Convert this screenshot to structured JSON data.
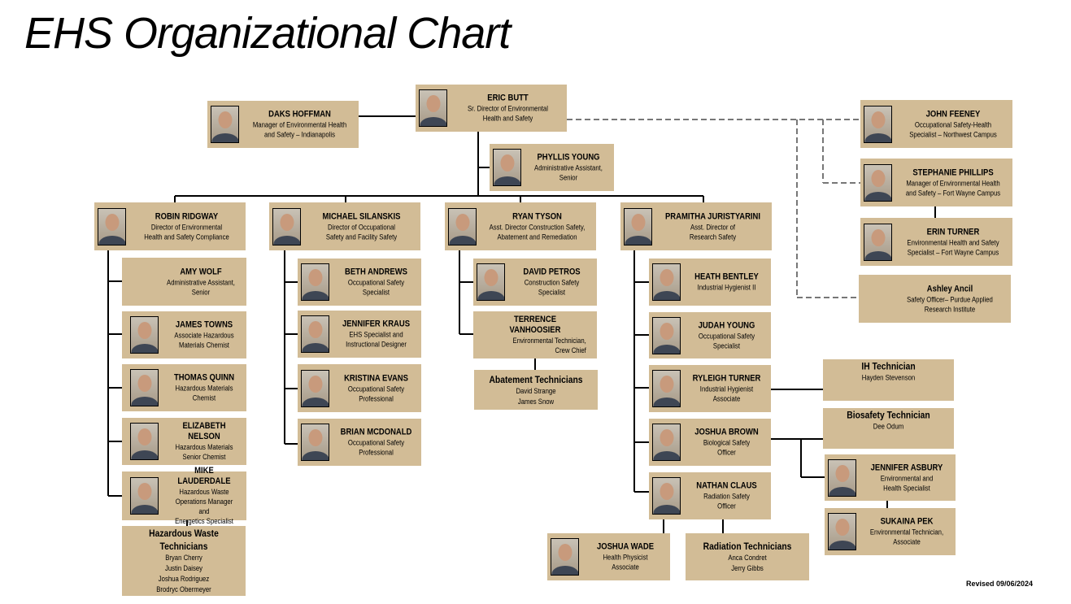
{
  "title": "EHS Organizational Chart",
  "revised": "Revised 09/06/2024",
  "colors": {
    "box": "#d2bc96",
    "line": "#000000",
    "dotted_line": "#777777"
  },
  "people": {
    "eric_butt": {
      "name": "ERIC BUTT",
      "title": "Sr. Director of Environmental\nHealth and Safety"
    },
    "daks_hoffman": {
      "name": "DAKS HOFFMAN",
      "title": "Manager of Environmental Health\nand Safety – Indianapolis"
    },
    "phyllis_young": {
      "name": "PHYLLIS YOUNG",
      "title": "Administrative Assistant,\nSenior"
    },
    "robin_ridgway": {
      "name": "ROBIN RIDGWAY",
      "title": "Director of Environmental\nHealth and Safety Compliance"
    },
    "michael_silanskis": {
      "name": "MICHAEL SILANSKIS",
      "title": "Director of Occupational\nSafety and Facility Safety"
    },
    "ryan_tyson": {
      "name": "RYAN TYSON",
      "title": "Asst. Director Construction Safety,\nAbatement and Remediation"
    },
    "pramitha_juristyarini": {
      "name": "PRAMITHA JURISTYARINI",
      "title": "Asst. Director of\nResearch Safety"
    },
    "amy_wolf": {
      "name": "AMY WOLF",
      "title": "Administrative Assistant,\nSenior"
    },
    "james_towns": {
      "name": "JAMES TOWNS",
      "title": "Associate Hazardous\nMaterials Chemist"
    },
    "thomas_quinn": {
      "name": "THOMAS QUINN",
      "title": "Hazardous Materials\nChemist"
    },
    "elizabeth_nelson": {
      "name": "ELIZABETH NELSON",
      "title": "Hazardous Materials\nSenior Chemist"
    },
    "mike_lauderdale": {
      "name": "MIKE LAUDERDALE",
      "title": "Hazardous Waste\nOperations Manager and\nEnergetics Specialist"
    },
    "beth_andrews": {
      "name": "BETH ANDREWS",
      "title": "Occupational Safety\nSpecialist"
    },
    "jennifer_kraus": {
      "name": "JENNIFER KRAUS",
      "title": "EHS Specialist and\nInstructional Designer"
    },
    "kristina_evans": {
      "name": "KRISTINA EVANS",
      "title": "Occupational Safety\nProfessional"
    },
    "brian_mcdonald": {
      "name": "BRIAN MCDONALD",
      "title": "Occupational Safety\nProfessional"
    },
    "david_petros": {
      "name": "DAVID PETROS",
      "title": "Construction Safety\nSpecialist"
    },
    "terrence_vanhoosier": {
      "name": "TERRENCE\nVANHOOSIER",
      "title": "Environmental Technician,\nCrew Chief"
    },
    "heath_bentley": {
      "name": "HEATH BENTLEY",
      "title": "Industrial Hygienist II"
    },
    "judah_young": {
      "name": "JUDAH YOUNG",
      "title": "Occupational Safety\nSpecialist"
    },
    "ryleigh_turner": {
      "name": "RYLEIGH TURNER",
      "title": "Industrial Hygienist\nAssociate"
    },
    "joshua_brown": {
      "name": "JOSHUA BROWN",
      "title": "Biological Safety\nOfficer"
    },
    "nathan_claus": {
      "name": "NATHAN CLAUS",
      "title": "Radiation Safety\nOfficer"
    },
    "joshua_wade": {
      "name": "JOSHUA WADE",
      "title": "Health Physicist\nAssociate"
    },
    "jennifer_asbury": {
      "name": "JENNIFER ASBURY",
      "title": "Environmental and\nHealth Specialist"
    },
    "sukaina_pek": {
      "name": "SUKAINA PEK",
      "title": "Environmental Technician,\nAssociate"
    },
    "john_feeney": {
      "name": "JOHN FEENEY",
      "title": "Occupational Safety-Health\nSpecialist – Northwest Campus"
    },
    "stephanie_phillips": {
      "name": "STEPHANIE PHILLIPS",
      "title": "Manager of Environmental Health\nand Safety – Fort Wayne Campus"
    },
    "erin_turner": {
      "name": "ERIN TURNER",
      "title": "Environmental Health and Safety\nSpecialist – Fort Wayne Campus"
    },
    "ashley_ancil": {
      "name": "Ashley Ancil",
      "title": "Safety Officer– Purdue Applied\nResearch Institute"
    }
  },
  "groups": {
    "hazardous_waste_technicians": {
      "name": "Hazardous Waste\nTechnicians",
      "members": [
        "Bryan Cherry",
        "Justin Daisey",
        "Joshua Rodriguez",
        "Brodryc Obermeyer"
      ]
    },
    "abatement_technicians": {
      "name": "Abatement Technicians",
      "members": [
        "David Strange",
        "James Snow"
      ]
    },
    "ih_technician": {
      "name": "IH Technician",
      "members": [
        "Hayden Stevenson"
      ]
    },
    "biosafety_technician": {
      "name": "Biosafety Technician",
      "members": [
        "Dee Odum"
      ]
    },
    "radiation_technicians": {
      "name": "Radiation Technicians",
      "members": [
        "Anca Condret",
        "Jerry Gibbs"
      ]
    }
  }
}
